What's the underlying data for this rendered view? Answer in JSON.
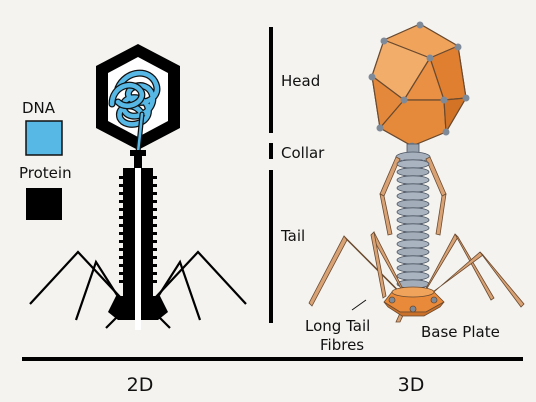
{
  "legend": {
    "dna_label": "DNA",
    "protein_label": "Protein",
    "dna_color": "#57b8e6",
    "protein_color": "#000000"
  },
  "scale_labels": {
    "head": "Head",
    "collar": "Collar",
    "tail": "Tail"
  },
  "callouts": {
    "long_tail_fibres_line1": "Long Tail",
    "long_tail_fibres_line2": "Fibres",
    "base_plate": "Base Plate"
  },
  "panel_labels": {
    "left": "2D",
    "right": "3D"
  },
  "colors": {
    "background": "#f4f3ef",
    "capsid_orange": "#e88a3a",
    "tail_grey": "#7f8a99",
    "fibre_tan": "#d8a274",
    "ink": "#111111"
  }
}
